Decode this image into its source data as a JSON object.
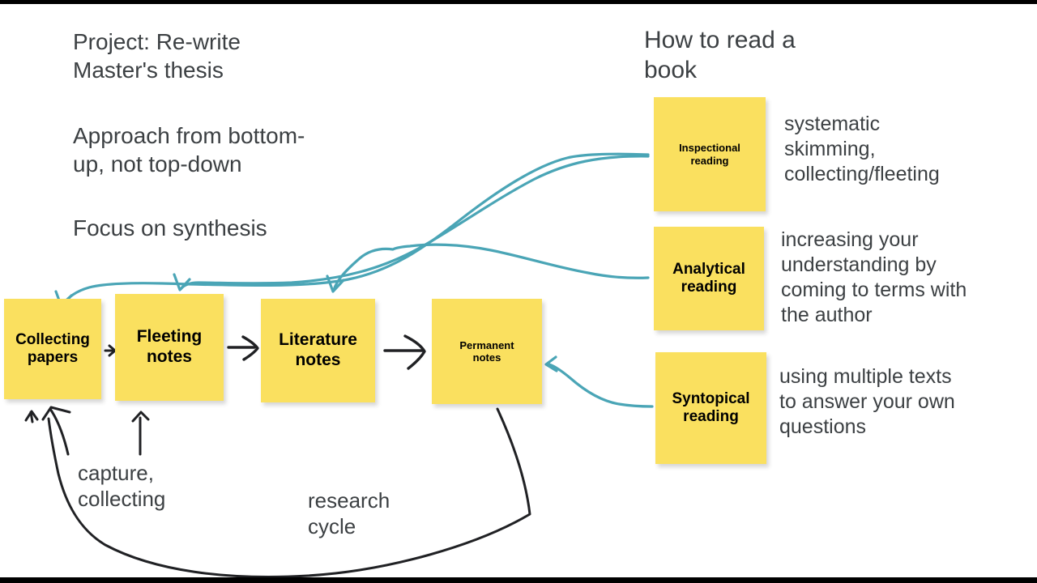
{
  "canvas": {
    "background": "#ffffff",
    "note_color": "#fae05f",
    "arrow_teal": "#4aa5b6",
    "arrow_black": "#202124",
    "text_color": "#3c4043"
  },
  "project": {
    "title": "Project: Re-write\nMaster's thesis",
    "approach": "Approach from bottom-\nup, not top-down",
    "focus": "Focus on synthesis"
  },
  "reading": {
    "heading": "How to read a\nbook",
    "levels": [
      {
        "label": "Inspectional\nreading",
        "description": "systematic\nskimming,\ncollecting/fleeting"
      },
      {
        "label": "Analytical\nreading",
        "description": "increasing your\nunderstanding by\ncoming to terms with\nthe author"
      },
      {
        "label": "Syntopical\nreading",
        "description": "using multiple texts\nto answer your own\nquestions"
      }
    ]
  },
  "workflow": {
    "steps": [
      {
        "label": "Collecting\npapers"
      },
      {
        "label": "Fleeting\nnotes"
      },
      {
        "label": "Literature\nnotes"
      },
      {
        "label": "Permanent\nnotes"
      }
    ]
  },
  "annotations": {
    "capture": "capture,\ncollecting",
    "research_cycle": "research\ncycle"
  }
}
